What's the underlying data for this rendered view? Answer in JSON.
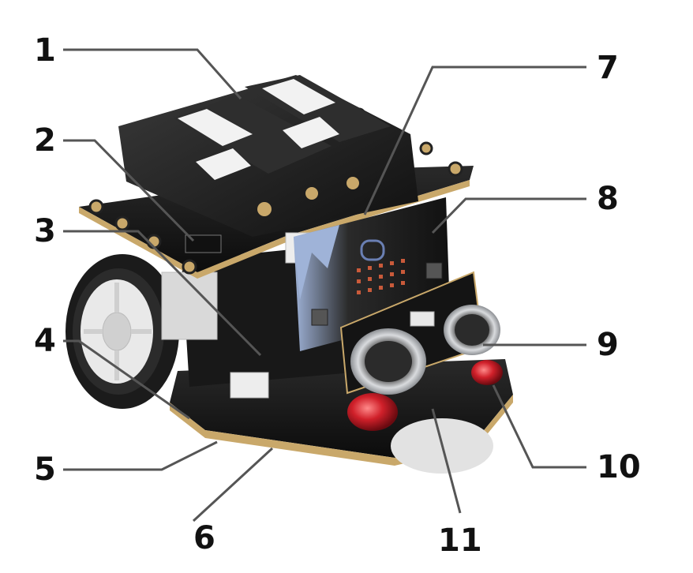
{
  "callouts": [
    {
      "id": "1",
      "label": "1"
    },
    {
      "id": "2",
      "label": "2"
    },
    {
      "id": "3",
      "label": "3"
    },
    {
      "id": "4",
      "label": "4"
    },
    {
      "id": "5",
      "label": "5"
    },
    {
      "id": "6",
      "label": "6"
    },
    {
      "id": "7",
      "label": "7"
    },
    {
      "id": "8",
      "label": "8"
    },
    {
      "id": "9",
      "label": "9"
    },
    {
      "id": "10",
      "label": "10"
    },
    {
      "id": "11",
      "label": "11"
    }
  ],
  "colors": {
    "background": "#ffffff",
    "board": "#151515",
    "board_edge": "#c9a86a",
    "wheel_tire": "#1b1b1b",
    "wheel_hub": "#e9e9e9",
    "battery_band": "#f2f2f2",
    "led_red": "#d0202a",
    "sensor_metal": "#b9bcc0",
    "leader_line": "#555555",
    "label_text": "#111111"
  }
}
